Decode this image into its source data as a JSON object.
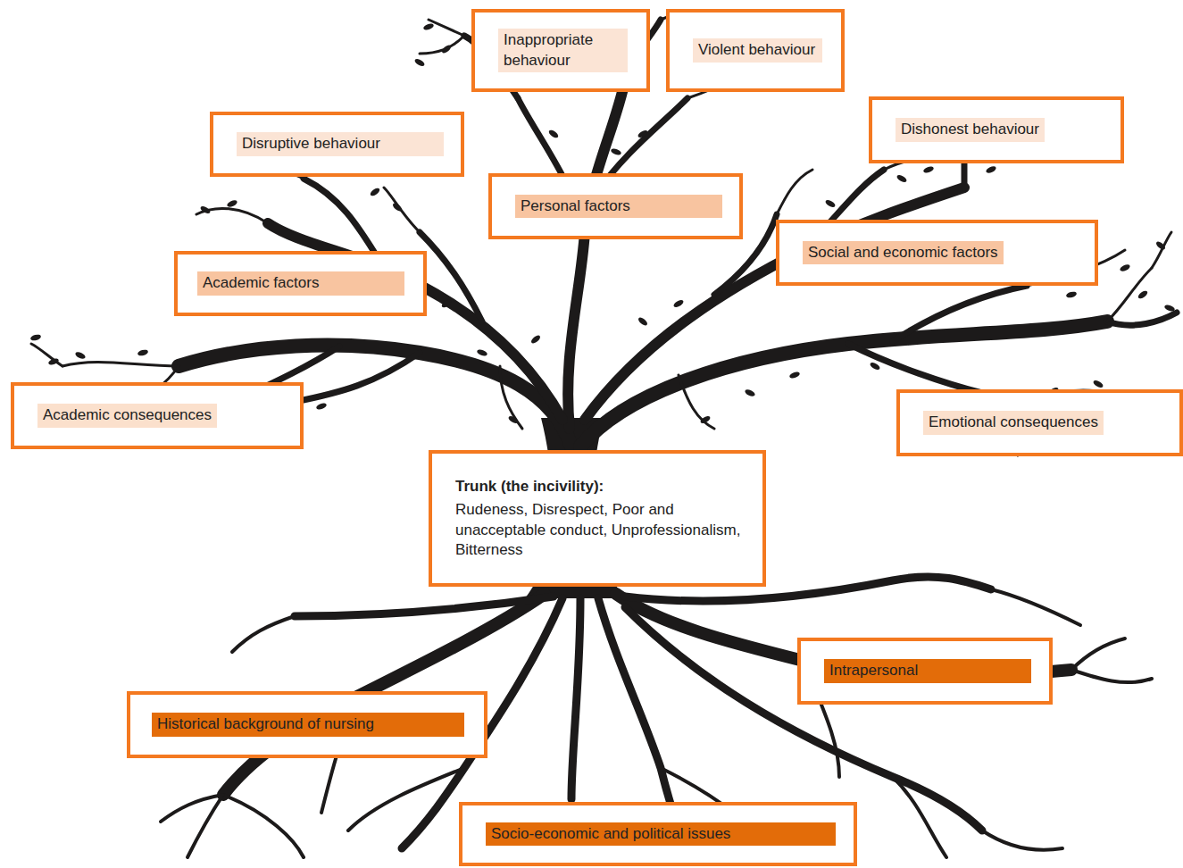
{
  "diagram": {
    "nodes": [
      {
        "text": [
          "Inappropriate behaviour"
        ]
      },
      {
        "text": [
          "Violent behaviour"
        ]
      },
      {
        "text": [
          "Dishonest behaviour"
        ]
      },
      {
        "text": [
          "Disruptive behaviour"
        ]
      },
      {
        "text": [
          "Personal factors"
        ]
      },
      {
        "text": [
          "Social and economic factors"
        ]
      },
      {
        "text": [
          "Academic factors"
        ]
      },
      {
        "text": [
          "Academic consequences"
        ]
      },
      {
        "text": [
          "Emotional consequences"
        ]
      },
      {
        "text": [
          "Trunk (the incivility):",
          "Rudeness, Disrespect, Poor and unacceptable conduct, Unprofessionalism, Bitterness"
        ]
      },
      {
        "text": [
          "Intrapersonal"
        ]
      },
      {
        "text": [
          "Historical background of nursing"
        ]
      },
      {
        "text": [
          "Socio-economic and political issues"
        ]
      }
    ]
  }
}
